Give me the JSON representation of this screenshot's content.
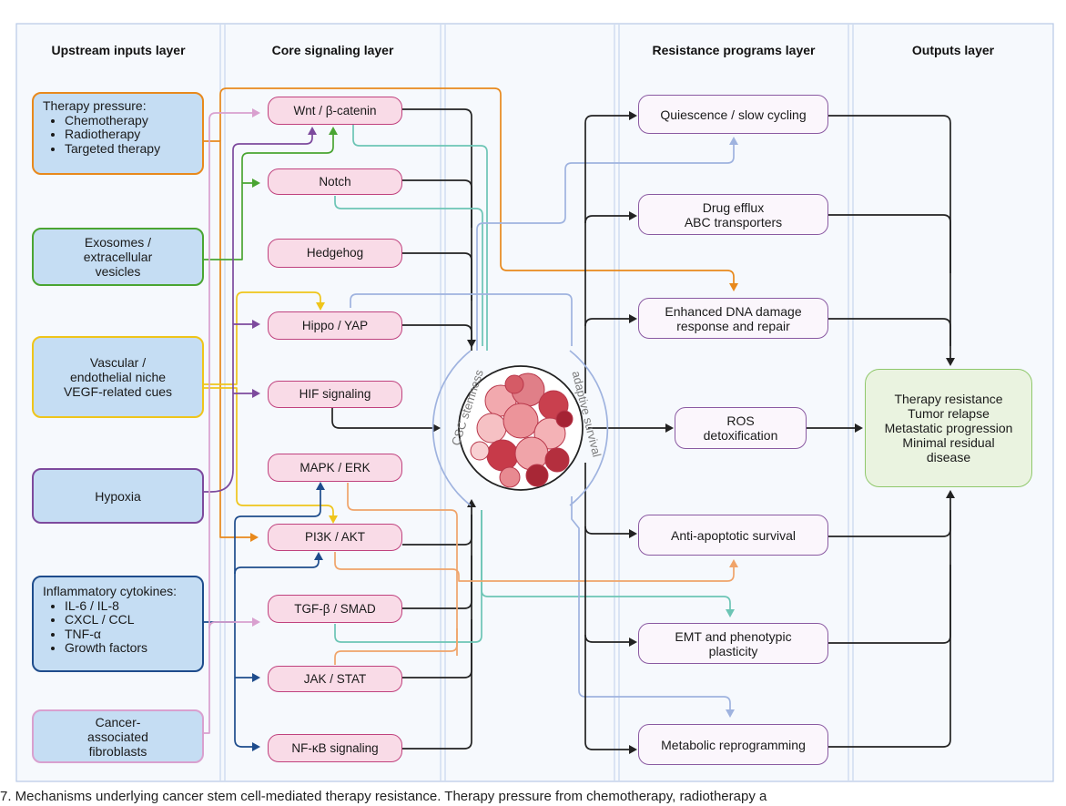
{
  "layers": {
    "upstream": "Upstream inputs layer",
    "core": "Core signaling layer",
    "resistance": "Resistance programs layer",
    "outputs": "Outputs layer"
  },
  "inputs": {
    "therapy": {
      "title": "Therapy pressure:",
      "items": [
        "Chemotherapy",
        "Radiotherapy",
        "Targeted therapy"
      ],
      "border": "#e8891c"
    },
    "exosomes": {
      "lines": [
        "Exosomes /",
        "extracellular",
        "vesicles"
      ],
      "border": "#4aa532"
    },
    "vascular": {
      "lines": [
        "Vascular /",
        "endothelial niche",
        "VEGF-related cues"
      ],
      "border": "#efc51a"
    },
    "hypoxia": {
      "lines": [
        "Hypoxia"
      ],
      "border": "#7d4a9d"
    },
    "inflammatory": {
      "title": "Inflammatory cytokines:",
      "items": [
        "IL-6 / IL-8",
        "CXCL / CCL",
        "TNF-α",
        "Growth factors"
      ],
      "border": "#1e4c8c"
    },
    "caf": {
      "lines": [
        "Cancer-",
        "associated",
        "fibroblasts"
      ],
      "border": "#d9a0cf"
    }
  },
  "signaling": {
    "wnt": "Wnt / β-catenin",
    "notch": "Notch",
    "hedgehog": "Hedgehog",
    "hippo": "Hippo  / YAP",
    "hif": "HIF signaling",
    "mapk": "MAPK / ERK",
    "pi3k": "PI3K / AKT",
    "tgf": "TGF-β / SMAD",
    "jak": "JAK / STAT",
    "nfkb": "NF-κB signaling"
  },
  "center": {
    "left_label": "CSC stemness",
    "right_label": "adaptive survival"
  },
  "resistance": {
    "quiescence": [
      "Quiescence / slow cycling"
    ],
    "efflux": [
      "Drug efflux",
      "ABC transporters"
    ],
    "dna": [
      "Enhanced DNA damage",
      "response and repair"
    ],
    "ros": [
      "ROS",
      "detoxification"
    ],
    "apoptotic": [
      "Anti-apoptotic survival"
    ],
    "emt": [
      "EMT and phenotypic",
      "plasticity"
    ],
    "metabolic": [
      "Metabolic reprogramming"
    ]
  },
  "outputs": {
    "lines": [
      "Therapy resistance",
      "Tumor relapse",
      "Metastatic progression",
      "Minimal residual",
      "disease"
    ]
  },
  "caption": "7.  Mechanisms underlying cancer stem cell-mediated therapy resistance. Therapy pressure from chemotherapy, radiotherapy a",
  "colors": {
    "orange": "#e8891c",
    "green": "#4aa532",
    "yellow": "#efc51a",
    "purple": "#7d4a9d",
    "navy": "#1e4c8c",
    "pink": "#d9a0cf",
    "teal": "#6cc5b5",
    "lightblue": "#9fb3df",
    "salmon": "#f0a46a",
    "black": "#222222"
  }
}
